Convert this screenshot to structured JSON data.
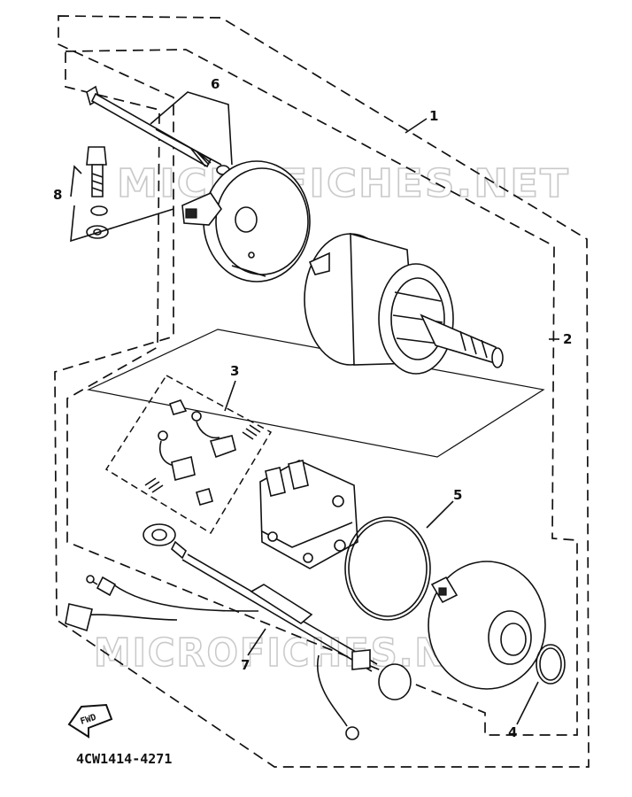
{
  "diagram": {
    "part_code": "4CW1414-4271",
    "watermark_top": "MICROFICHES.NET",
    "watermark_bottom": "MICROFICHES.NET",
    "fwd_label": "FWD",
    "callouts": {
      "c1": "1",
      "c2": "2",
      "c3": "3",
      "c4": "4",
      "c5": "5",
      "c6": "6",
      "c7": "7",
      "c8": "8"
    }
  }
}
